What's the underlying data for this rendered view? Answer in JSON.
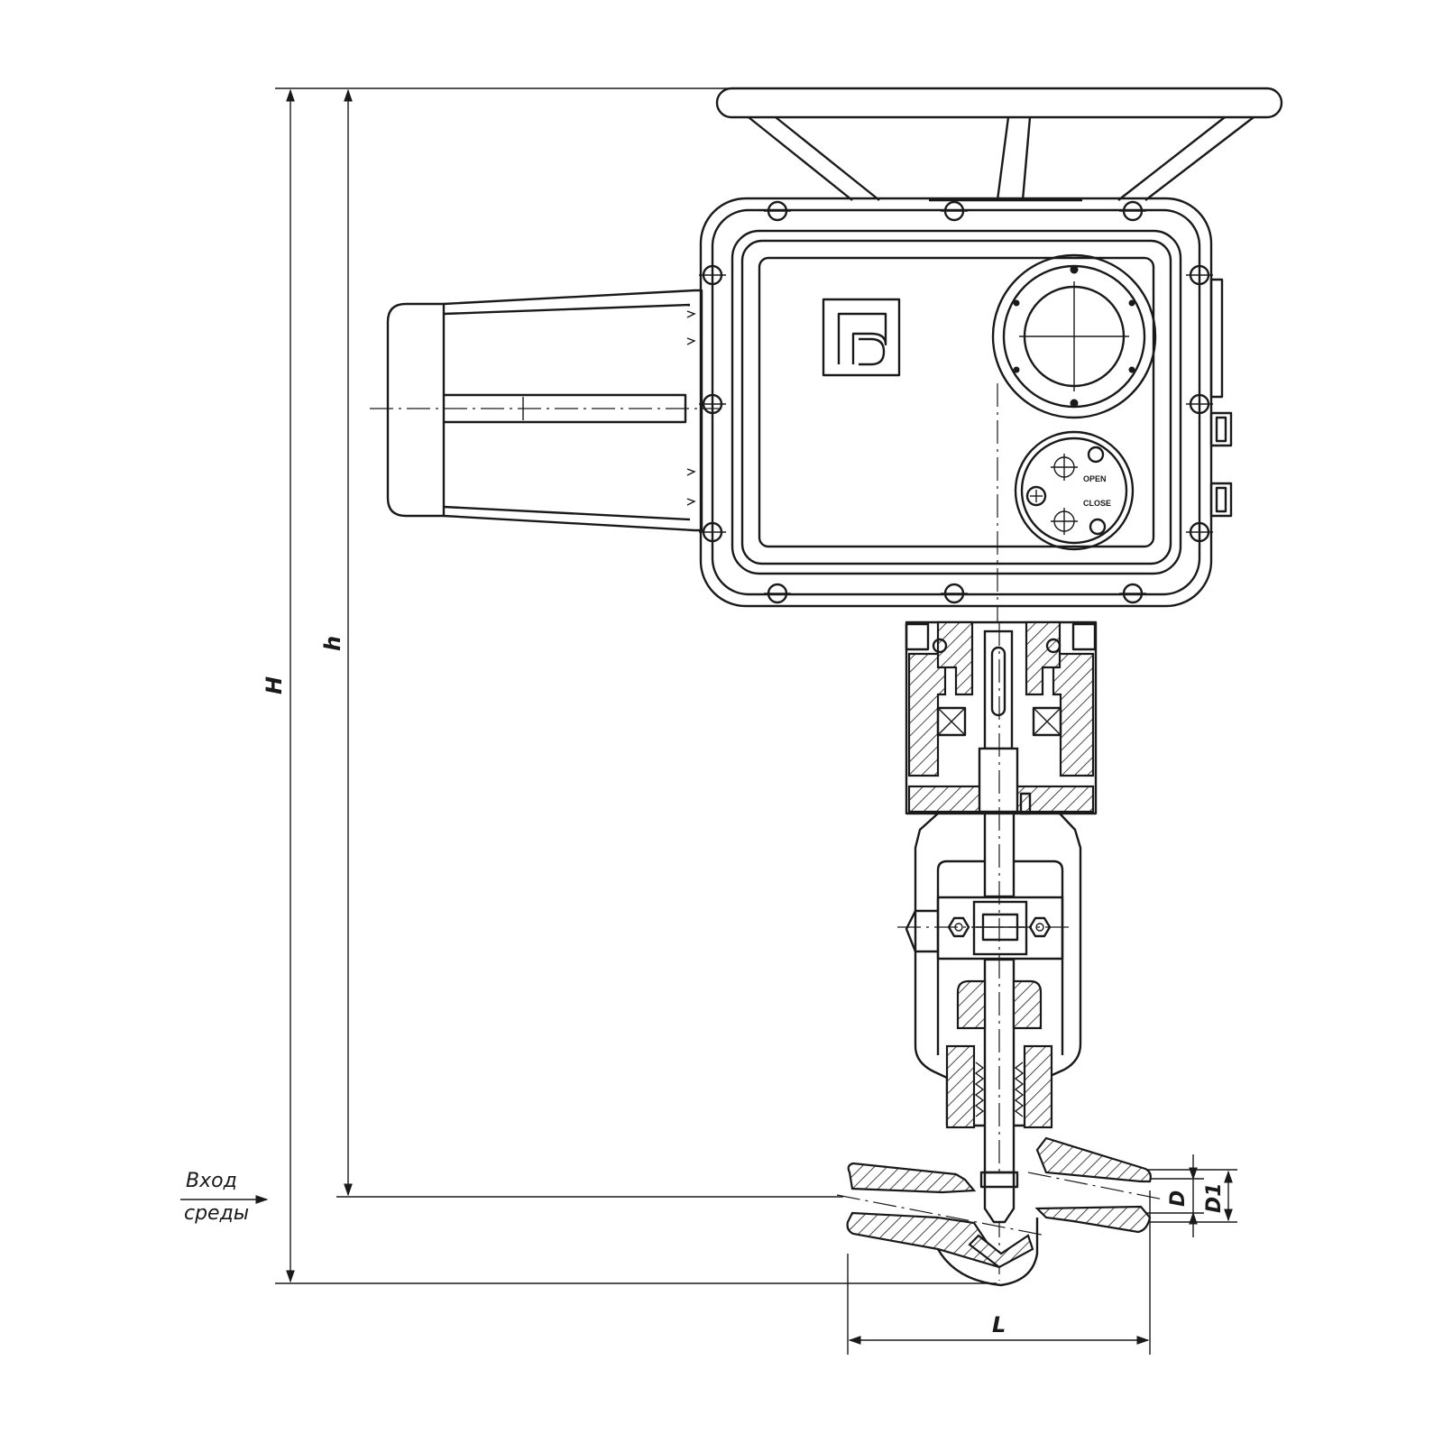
{
  "drawing": {
    "dimensions": {
      "overall_height": "H",
      "axis_height": "h",
      "length": "L",
      "bore_diameter": "D",
      "outer_diameter": "D1"
    },
    "flow_label": {
      "line1": "Вход",
      "line2": "среды"
    },
    "control_panel": {
      "open_label": "OPEN",
      "close_label": "CLOSE"
    }
  }
}
